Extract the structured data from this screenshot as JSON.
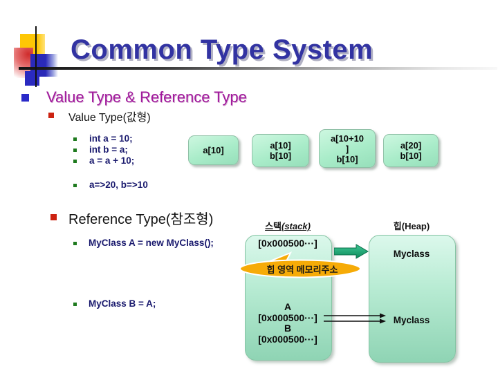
{
  "title": "Common Type System",
  "content": {
    "heading": "Value Type  &  Reference Type",
    "value_type": {
      "label": "Value Type(값형)",
      "code_lines": [
        "int a = 10;",
        "int b = a;",
        "a = a + 10;"
      ],
      "result_line": "a=>20, b=>10",
      "boxes": [
        {
          "lines": [
            "a[10]"
          ]
        },
        {
          "lines": [
            "a[10]",
            "b[10]"
          ]
        },
        {
          "lines": [
            "a[10+10",
            "]",
            "b[10]"
          ]
        },
        {
          "lines": [
            "a[20]",
            "b[10]"
          ]
        }
      ]
    },
    "reference_type": {
      "label": "Reference Type(참조형)",
      "code_line_a": "MyClass  A = new MyClass();",
      "code_line_b": "MyClass  B = A;"
    }
  },
  "diagram": {
    "stack_label_ko": "스택",
    "stack_label_en": "(stack)",
    "heap_label": "힙(Heap)",
    "stack_top_address": "[0x000500···]",
    "callout_text": "힙 영역 메모리주소",
    "heap_object_top": "Myclass",
    "stack_entries": [
      "A",
      "[0x000500···]",
      "B",
      "[0x000500···]"
    ],
    "heap_object_bottom": "Myclass"
  },
  "colors": {
    "title_text": "#3233a2",
    "heading_text": "#a0189b",
    "body_text": "#141414",
    "code_text": "#1a1a6e",
    "box_fill_top": "#cdf7e0",
    "box_fill_bottom": "#96dfba",
    "callout_fill": "#f6ab07",
    "block_arrow_green": "#14a06e"
  }
}
